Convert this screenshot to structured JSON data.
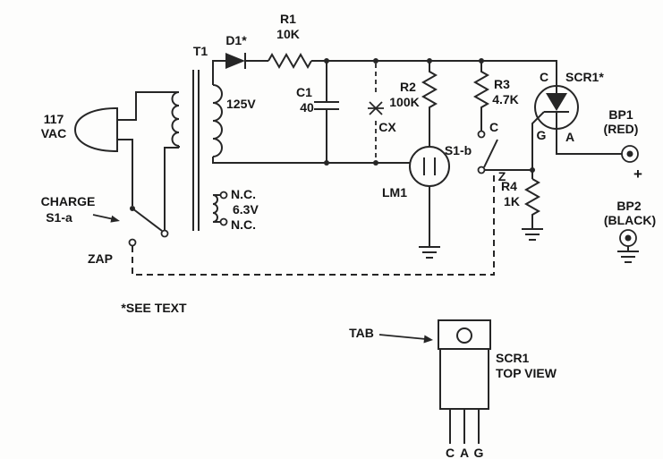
{
  "diagram": {
    "kind": "electronic-schematic",
    "description": "Capacitor-discharge charger/zapper circuit with SCR output and SCR package pinout drawing",
    "colors": {
      "line": "#262626",
      "background": "#fdfdfc",
      "text": "#161616"
    },
    "labels": {
      "vac_117": "117",
      "vac": "VAC",
      "charge": "CHARGE",
      "s1a": "S1-a",
      "zap": "ZAP",
      "t1": "T1",
      "d1": "D1*",
      "r1_name": "R1",
      "r1_value": "10K",
      "v125": "125V",
      "c1_name": "C1",
      "c1_value": "40",
      "cx": "CX",
      "r2_name": "R2",
      "r2_value": "100K",
      "lm1": "LM1",
      "r3_name": "R3",
      "r3_value": "4.7K",
      "s1b": "S1-b",
      "s1b_contact_c": "C",
      "s1b_contact_z": "Z",
      "nc_top": "N.C.",
      "v63": "6.3V",
      "nc_bottom": "N.C.",
      "scr_c": "C",
      "scr_name": "SCR1*",
      "scr_g": "G",
      "scr_a": "A",
      "bp1": "BP1",
      "bp1_color": "(RED)",
      "plus": "+",
      "r4_name": "R4",
      "r4_value": "1K",
      "bp2": "BP2",
      "bp2_color": "(BLACK)",
      "see_text": "*SEE TEXT",
      "tab": "TAB",
      "pkg_name": "SCR1",
      "pkg_view": "TOP VIEW",
      "pin_c": "C",
      "pin_a": "A",
      "pin_g": "G"
    }
  }
}
